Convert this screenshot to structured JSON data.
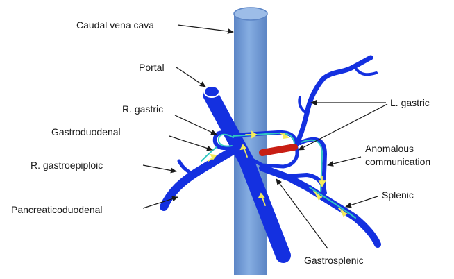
{
  "labels": {
    "caudal_vena_cava": "Caudal vena cava",
    "portal": "Portal",
    "r_gastric": "R. gastric",
    "gastroduodenal": "Gastroduodenal",
    "r_gastroepiploic": "R. gastroepiploic",
    "pancreaticoduodenal": "Pancreaticoduodenal",
    "l_gastric": "L. gastric",
    "anomalous_line1": "Anomalous",
    "anomalous_line2": "communication",
    "splenic": "Splenic",
    "gastrosplenic": "Gastrosplenic"
  },
  "colors": {
    "vena_cava": "#6f98d4",
    "portal_vessels": "#1430e0",
    "anomalous_shunt": "#c81e14",
    "flow_arrows": "#f4ec5c",
    "shunt_path": "#2fc7c0"
  }
}
